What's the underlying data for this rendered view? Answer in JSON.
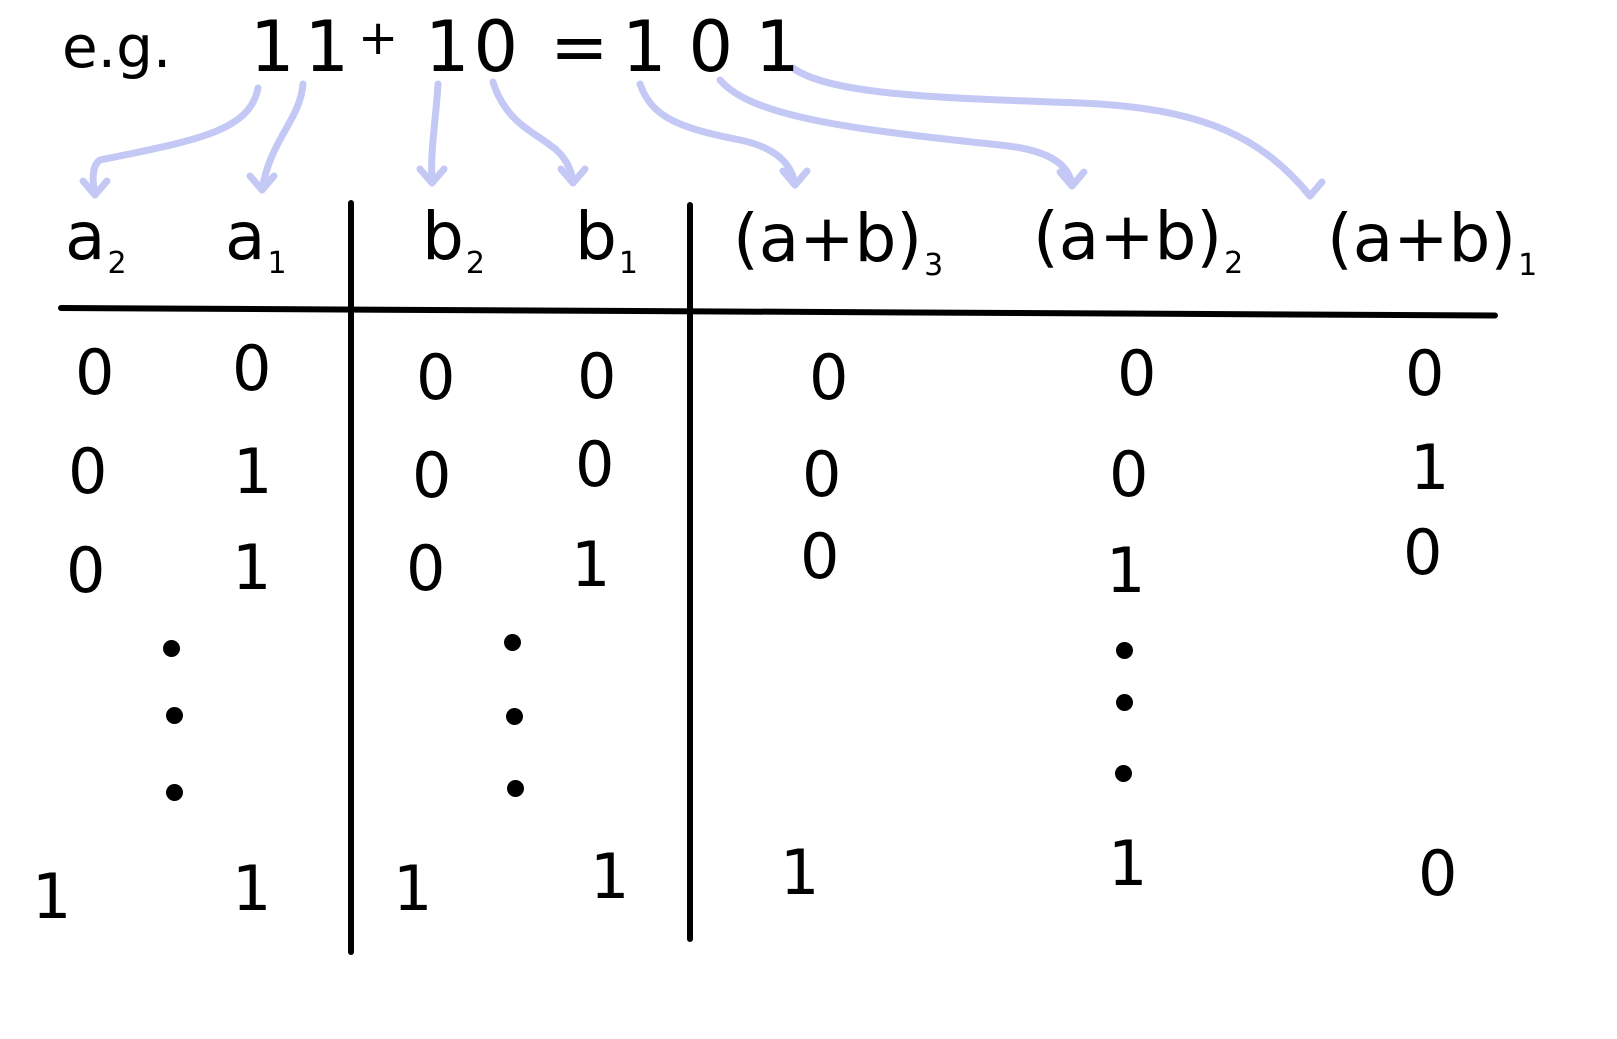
{
  "equation": {
    "prefix": "e.g.",
    "operand_a": "11",
    "plus": "+",
    "operand_b": "10",
    "equals": "=",
    "result": "101"
  },
  "columns": [
    {
      "base": "a",
      "sub": "2"
    },
    {
      "base": "a",
      "sub": "1"
    },
    {
      "base": "b",
      "sub": "2"
    },
    {
      "base": "b",
      "sub": "1"
    },
    {
      "base": "(a+b)",
      "sub": "3"
    },
    {
      "base": "(a+b)",
      "sub": "2"
    },
    {
      "base": "(a+b)",
      "sub": "1"
    }
  ],
  "rows": [
    [
      "0",
      "0",
      "0",
      "0",
      "0",
      "0",
      "0"
    ],
    [
      "0",
      "1",
      "0",
      "0",
      "0",
      "0",
      "1"
    ],
    [
      "0",
      "1",
      "0",
      "1",
      "0",
      "1",
      "0"
    ],
    [
      "1",
      "1",
      "1",
      "1",
      "1",
      "1",
      "0"
    ]
  ],
  "colors": {
    "ink": "#000000",
    "arrow": "#c4c8f5",
    "background": "#ffffff"
  }
}
